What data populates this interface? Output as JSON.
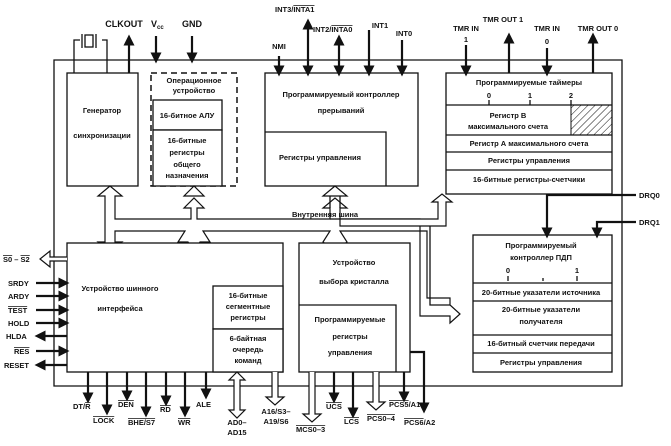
{
  "pins": {
    "top": {
      "clkout": "CLKOUT",
      "vcc": "V",
      "vcc_sub": "cc",
      "gnd": "GND",
      "nmi": "NMI",
      "int3": "INT3/",
      "inta1": "INTA1",
      "int2": "INT2/",
      "inta0": "INTA0",
      "int1": "INT1",
      "int0": "INT0",
      "tmr_in1_a": "TMR IN",
      "tmr_in1_b": "1",
      "tmr_out1": "TMR OUT 1",
      "tmr_in0_a": "TMR IN",
      "tmr_in0_b": "0",
      "tmr_out0": "TMR OUT 0"
    },
    "right": {
      "drq0": "DRQ0",
      "drq1": "DRQ1"
    },
    "left": {
      "s0_s2": "S0 - S2",
      "srdy": "SRDY",
      "ardy": "ARDY",
      "test": "TEST",
      "hold": "HOLD",
      "hlda": "HLDA",
      "res": "RES",
      "reset": "RESET"
    },
    "bottom": {
      "dt_r_a": "DT/",
      "dt_r_b": "R",
      "lock": "LOCK",
      "den": "DEN",
      "bhe_s7": "BHE/S7",
      "rd": "RD",
      "wr": "WR",
      "ale": "ALE",
      "ad0": "AD0–",
      "ad15": "AD15",
      "a16": "A16/S3–",
      "a19": "A19/S6",
      "mcs": "MCS0–3",
      "ucs": "UCS",
      "lcs": "LCS",
      "pcs0_4": "PCS0–4",
      "pcs5_a": "PCS5",
      "pcs5_b": "/A1",
      "pcs6_a": "PCS6",
      "pcs6_b": "/A2"
    }
  },
  "blocks": {
    "clock": {
      "line1": "Генератор",
      "line2": "синхронизации"
    },
    "exec": {
      "title1": "Операционное",
      "title2": "устройство",
      "alu": "16-битное АЛУ",
      "regs1": "16-битные",
      "regs2": "регистры",
      "regs3": "общего",
      "regs4": "назначения"
    },
    "interrupt": {
      "line1": "Программируемый контроллер",
      "line2": "прерываний",
      "ctrl": "Регистры управления"
    },
    "timers": {
      "title": "Программируемые таймеры",
      "n0": "0",
      "n1": "1",
      "n2": "2",
      "regb1": "Регистр В",
      "regb2": "максимального счета",
      "rega": "Регистр А максимального счета",
      "ctrl": "Регистры управления",
      "counters": "16-битные регистры-счетчики"
    },
    "bus_label": "Внутренняя шина",
    "biu": {
      "line1": "Устройство шинного",
      "line2": "интерфейса",
      "seg1": "16-битные",
      "seg2": "сегментные",
      "seg3": "регистры",
      "q1": "6-байтная",
      "q2": "очередь",
      "q3": "команд"
    },
    "chipsel": {
      "line1": "Устройство",
      "line2": "выбора кристалла",
      "p1": "Программируемые",
      "p2": "регистры",
      "p3": "управления"
    },
    "dma": {
      "title1": "Программируемый",
      "title2": "контроллер ПДП",
      "n0": "0",
      "n1": "1",
      "src": "20-битные указатели источника",
      "dst1": "20-битные указатели",
      "dst2": "получателя",
      "cnt": "16-битный счетчик передачи",
      "ctrl": "Регистры управления"
    }
  }
}
